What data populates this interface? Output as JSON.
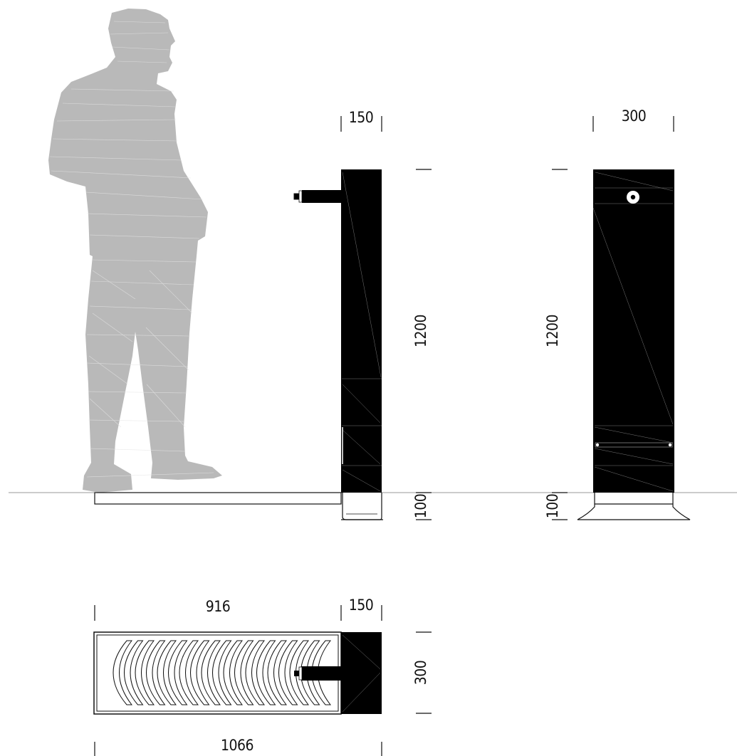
{
  "colors": {
    "body": "#000000",
    "person": "#b9b9b9",
    "line": "#111111",
    "ground": "#9a9a9a",
    "background": "#ffffff"
  },
  "side_view": {
    "width_label": "150",
    "height_label": "1200",
    "base_label": "100"
  },
  "front_view": {
    "width_label": "300",
    "height_label": "1200",
    "base_label": "100"
  },
  "plan_view": {
    "grate_length_label": "916",
    "body_width_label": "150",
    "depth_label": "300",
    "total_length_label": "1066"
  }
}
